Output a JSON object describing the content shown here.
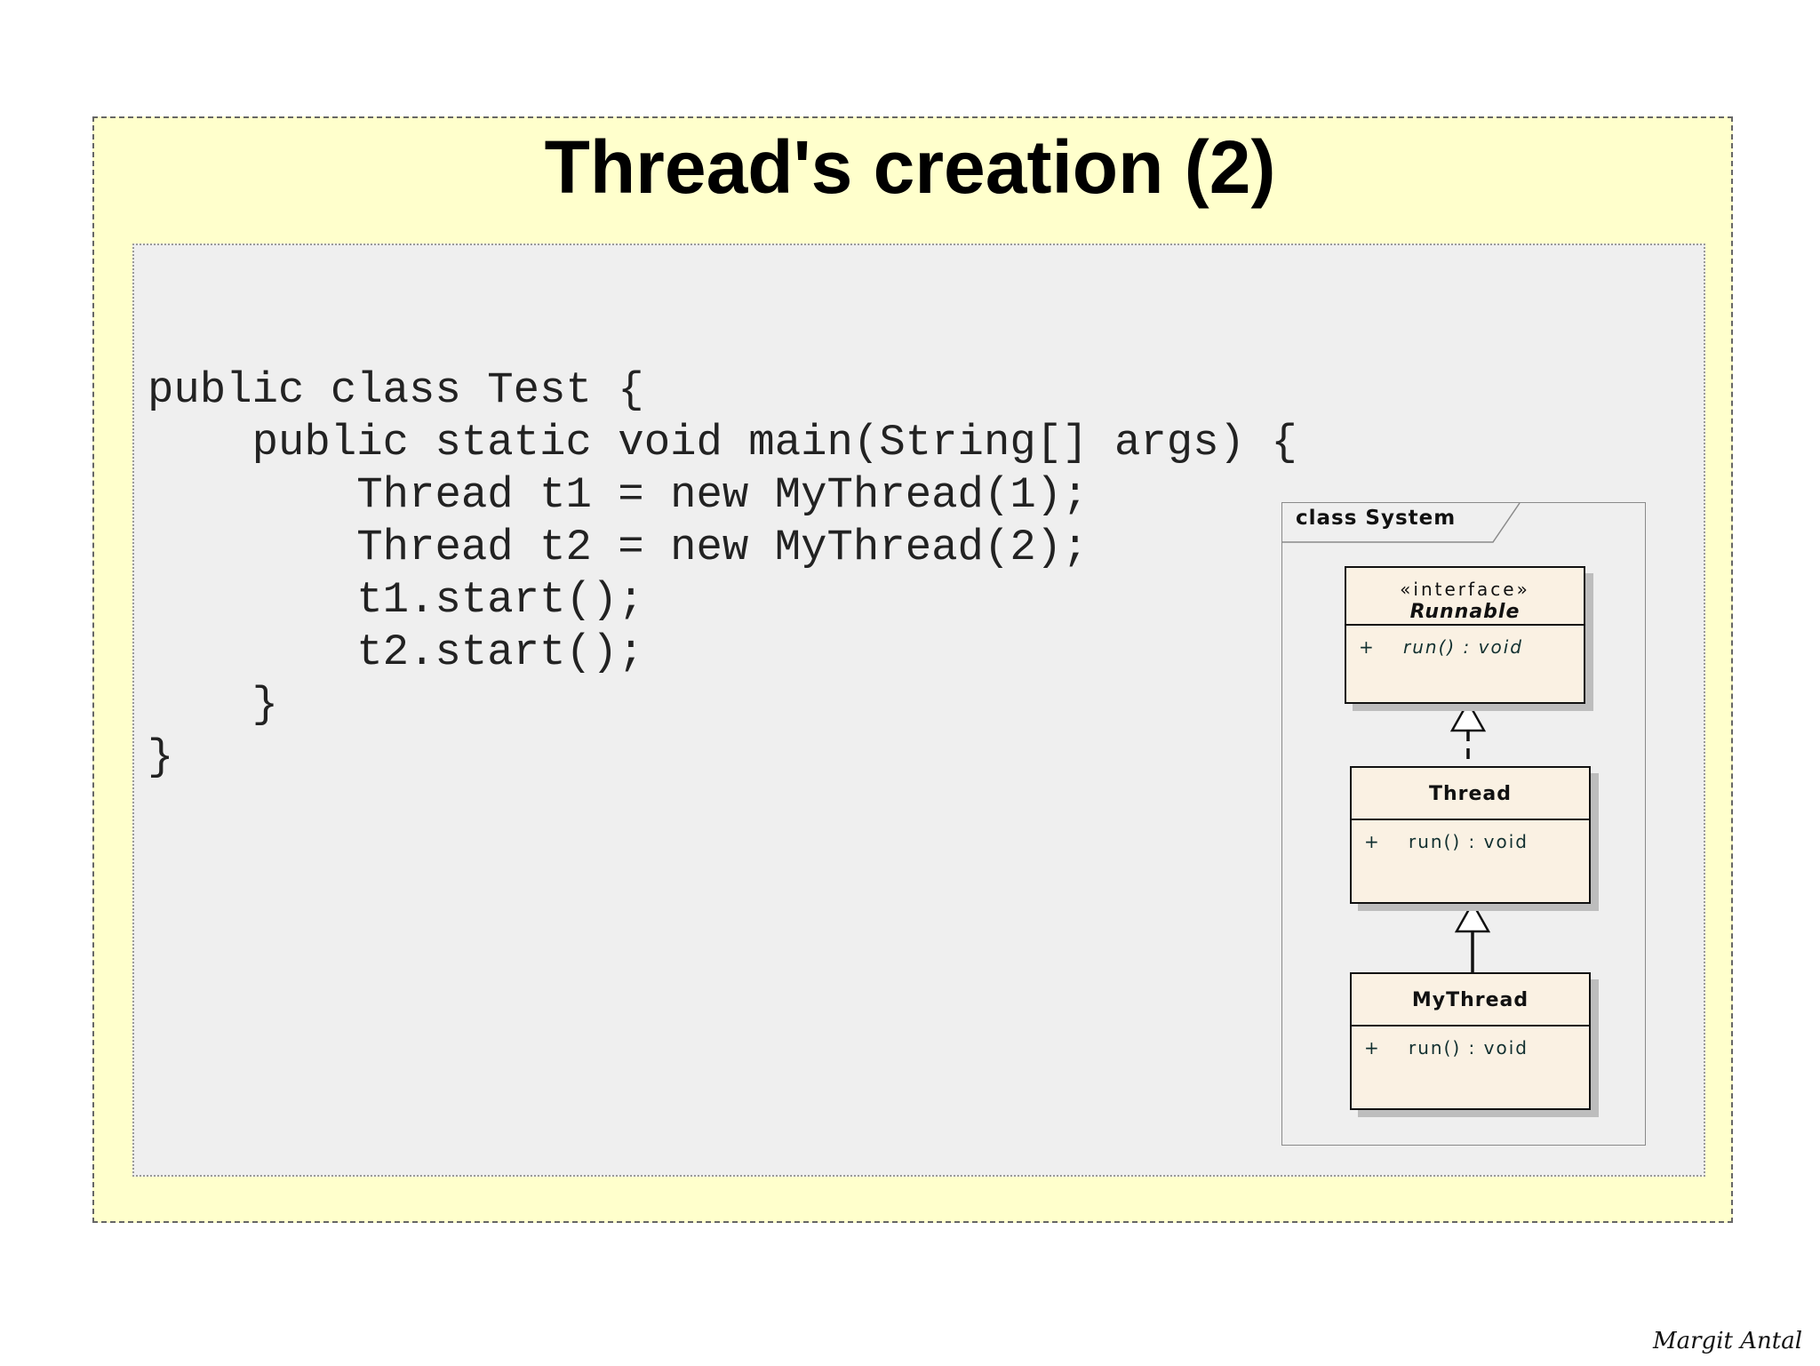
{
  "slide": {
    "title": "Thread's creation (2)",
    "author": "Margit Antal"
  },
  "code": {
    "lines": [
      "public class Test {",
      "    public static void main(String[] args) {",
      "        Thread t1 = new MyThread(1);",
      "        Thread t2 = new MyThread(2);",
      "        t1.start();",
      "        t2.start();",
      "    }",
      "}"
    ]
  },
  "uml": {
    "frame_label": "class System",
    "classes": [
      {
        "stereotype": "«interface»",
        "name": "Runnable",
        "operation_visibility": "+",
        "operation": "run() : void"
      },
      {
        "name": "Thread",
        "operation_visibility": "+",
        "operation": "run() : void"
      },
      {
        "name": "MyThread",
        "operation_visibility": "+",
        "operation": "run() : void"
      }
    ],
    "colors": {
      "class_fill": "#faf1e3",
      "frame_border": "#8a8a8a"
    }
  },
  "colors": {
    "slide_background": "#ffffcc",
    "content_background": "#efefef"
  }
}
